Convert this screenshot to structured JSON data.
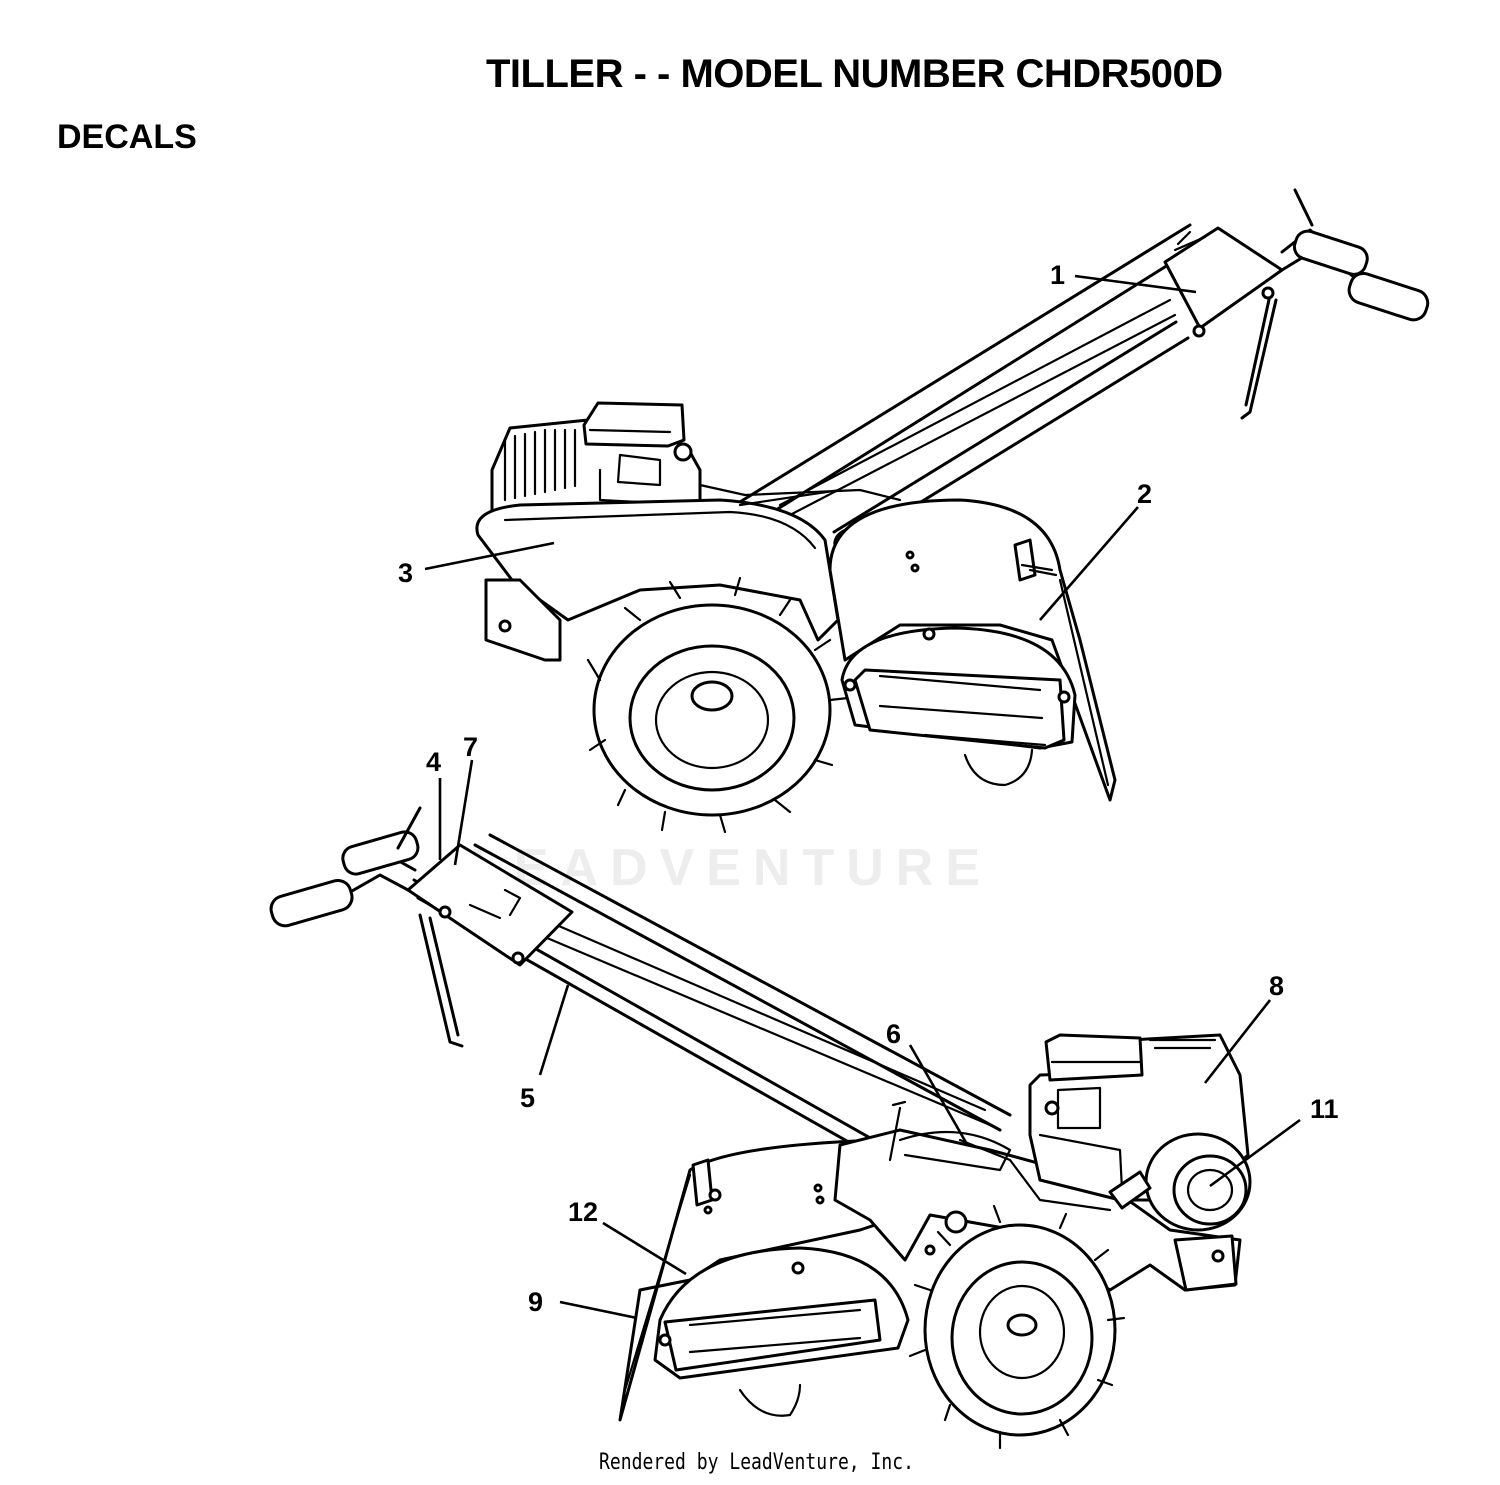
{
  "header": {
    "title": "TILLER - - MODEL NUMBER CHDR500D",
    "section": "DECALS"
  },
  "watermark": "LEADVENTURE",
  "footer": "Rendered by LeadVenture, Inc.",
  "callouts": {
    "c1": "1",
    "c2": "2",
    "c3": "3",
    "c4": "4",
    "c5": "5",
    "c6": "6",
    "c7": "7",
    "c8": "8",
    "c9": "9",
    "c11": "11",
    "c12": "12"
  }
}
